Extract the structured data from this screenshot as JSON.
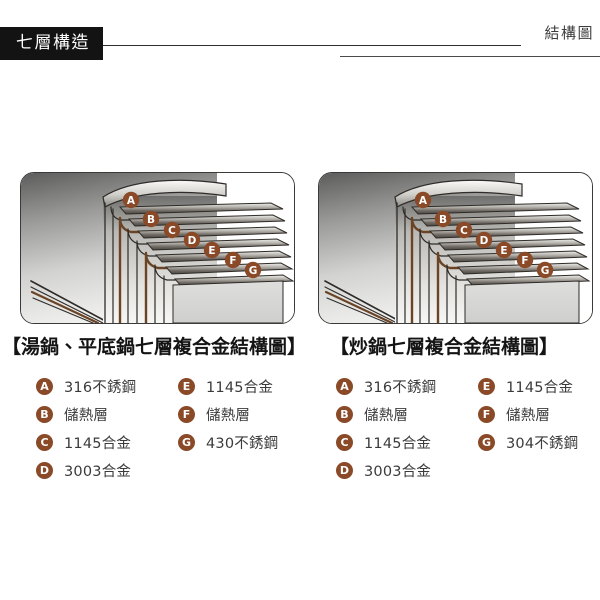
{
  "header": {
    "title": "七層構造",
    "right_label": "結構圖",
    "title_bg": "#131313",
    "title_color": "#ffffff",
    "rule_color": "#2f2f2f"
  },
  "theme": {
    "badge_color": "#8a4a28",
    "badge_text_color": "#ffffff",
    "caption_color": "#141414",
    "label_color": "#3b3b3b",
    "panel_border": "#3c3a38",
    "steel_light": "#e6e6e4",
    "steel_mid": "#a9a6a1",
    "steel_dark": "#56514b",
    "copper": "#6b4426"
  },
  "panels": [
    {
      "id": "pot-pan",
      "alt": "湯鍋、平底鍋七層複合金結構示意圖",
      "markers": [
        "A",
        "B",
        "C",
        "D",
        "E",
        "F",
        "G"
      ]
    },
    {
      "id": "wok",
      "alt": "炒鍋七層複合金結構示意圖",
      "markers": [
        "A",
        "B",
        "C",
        "D",
        "E",
        "F",
        "G"
      ]
    }
  ],
  "captions": {
    "left": "【湯鍋、平底鍋七層複合金結構圖】",
    "right": "【炒鍋七層複合金結構圖】"
  },
  "legends": {
    "left": {
      "col1": [
        {
          "badge": "A",
          "label": "316不銹鋼"
        },
        {
          "badge": "B",
          "label": "儲熱層"
        },
        {
          "badge": "C",
          "label": "1145合金"
        },
        {
          "badge": "D",
          "label": "3003合金"
        }
      ],
      "col2": [
        {
          "badge": "E",
          "label": "1145合金"
        },
        {
          "badge": "F",
          "label": "儲熱層"
        },
        {
          "badge": "G",
          "label": "430不銹鋼"
        }
      ]
    },
    "right": {
      "col1": [
        {
          "badge": "A",
          "label": "316不銹鋼"
        },
        {
          "badge": "B",
          "label": "儲熱層"
        },
        {
          "badge": "C",
          "label": "1145合金"
        },
        {
          "badge": "D",
          "label": "3003合金"
        }
      ],
      "col2": [
        {
          "badge": "E",
          "label": "1145合金"
        },
        {
          "badge": "F",
          "label": "儲熱層"
        },
        {
          "badge": "G",
          "label": "304不銹鋼"
        }
      ]
    }
  }
}
